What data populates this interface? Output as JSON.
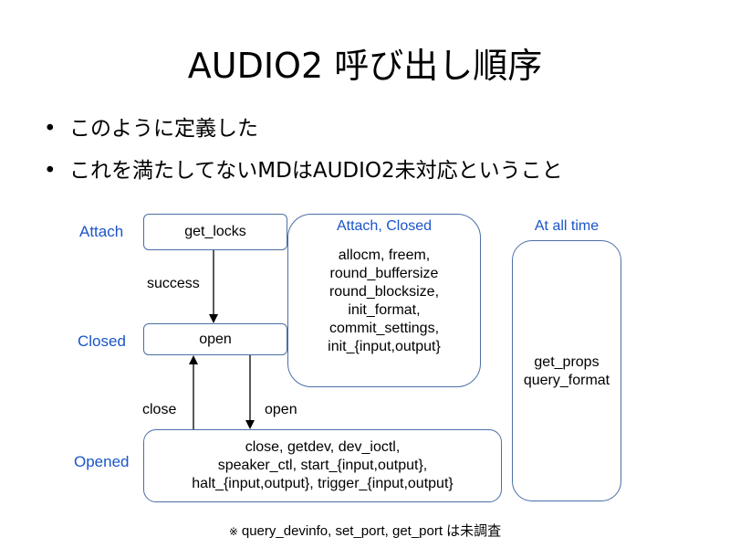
{
  "title": "AUDIO2 呼び出し順序",
  "bullets": [
    "このように定義した",
    "これを満たしてないMDはAUDIO2未対応ということ"
  ],
  "states": {
    "attach": "Attach",
    "closed": "Closed",
    "opened": "Opened"
  },
  "nodes": {
    "get_locks": "get_locks",
    "open": "open",
    "opened_ops": "close, getdev, dev_ioctl,\nspeaker_ctl, start_{input,output},\nhalt_{input,output}, trigger_{input,output}"
  },
  "edges": {
    "success": "success",
    "close": "close",
    "open": "open"
  },
  "groups": {
    "attach_closed": {
      "title": "Attach, Closed",
      "body": "allocm, freem,\nround_buffersize\nround_blocksize,\ninit_format,\ncommit_settings,\ninit_{input,output}"
    },
    "all_time": {
      "title": "At all time",
      "body": "get_props\nquery_format"
    }
  },
  "note": {
    "mark": "※",
    "text": "query_devinfo, set_port, get_port は未調査"
  },
  "colors": {
    "state_label": "#1a55c8",
    "box_border": "#4a6fa5",
    "arrow": "#000000"
  }
}
